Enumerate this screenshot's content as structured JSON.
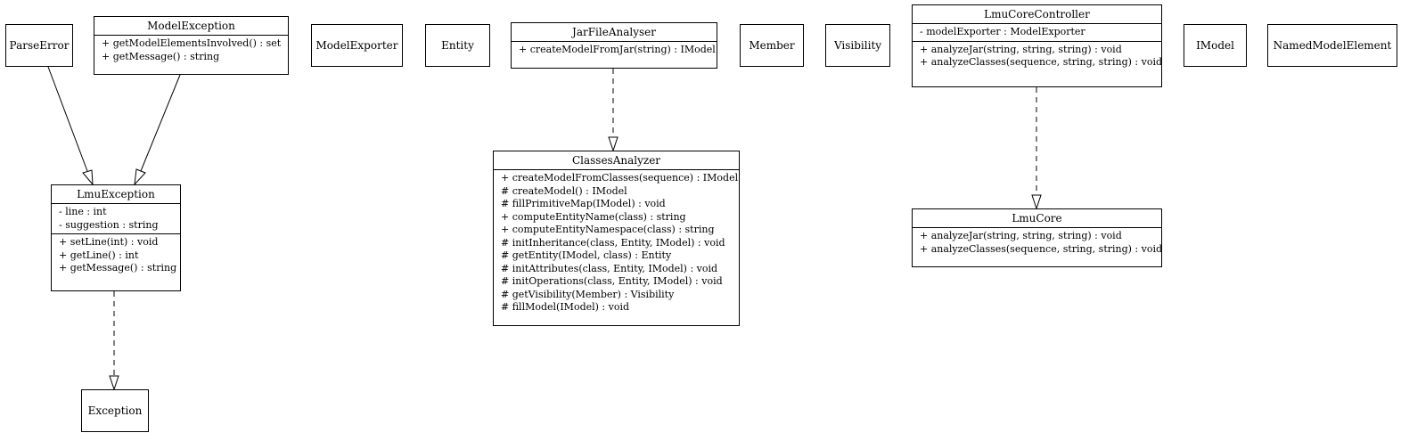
{
  "classes": {
    "parse_error": {
      "name": "ParseError"
    },
    "model_exception": {
      "name": "ModelException",
      "methods": [
        "+ getModelElementsInvolved() : set",
        "+ getMessage() : string"
      ]
    },
    "model_exporter": {
      "name": "ModelExporter"
    },
    "entity": {
      "name": "Entity"
    },
    "jar_file_analyser": {
      "name": "JarFileAnalyser",
      "methods": [
        "+ createModelFromJar(string) : IModel"
      ]
    },
    "member": {
      "name": "Member"
    },
    "visibility": {
      "name": "Visibility"
    },
    "lmu_core_controller": {
      "name": "LmuCoreController",
      "attributes": [
        "- modelExporter : ModelExporter"
      ],
      "methods": [
        "+ analyzeJar(string, string, string) : void",
        "+ analyzeClasses(sequence, string, string) : void"
      ]
    },
    "imodel": {
      "name": "IModel"
    },
    "named_model_element": {
      "name": "NamedModelElement"
    },
    "lmu_exception": {
      "name": "LmuException",
      "attributes": [
        "- line : int",
        "- suggestion : string"
      ],
      "methods": [
        "+ setLine(int) : void",
        "+ getLine() : int",
        "+ getMessage() : string"
      ]
    },
    "classes_analyzer": {
      "name": "ClassesAnalyzer",
      "methods": [
        "+ createModelFromClasses(sequence) : IModel",
        "# createModel() : IModel",
        "# fillPrimitiveMap(IModel) : void",
        "+ computeEntityName(class) : string",
        "+ computeEntityNamespace(class) : string",
        "# initInheritance(class, Entity, IModel) : void",
        "# getEntity(IModel, class) : Entity",
        "# initAttributes(class, Entity, IModel) : void",
        "# initOperations(class, Entity, IModel) : void",
        "# getVisibility(Member) : Visibility",
        "# fillModel(IModel) : void"
      ]
    },
    "lmu_core": {
      "name": "LmuCore",
      "methods": [
        "+ analyzeJar(string, string, string) : void",
        "+ analyzeClasses(sequence, string, string) : void"
      ]
    },
    "exception": {
      "name": "Exception"
    }
  },
  "relations": [
    {
      "from": "parse_error",
      "to": "lmu_exception",
      "kind": "generalization"
    },
    {
      "from": "model_exception",
      "to": "lmu_exception",
      "kind": "generalization"
    },
    {
      "from": "lmu_exception",
      "to": "exception",
      "kind": "realization"
    },
    {
      "from": "jar_file_analyser",
      "to": "classes_analyzer",
      "kind": "realization"
    },
    {
      "from": "lmu_core_controller",
      "to": "lmu_core",
      "kind": "realization"
    }
  ]
}
